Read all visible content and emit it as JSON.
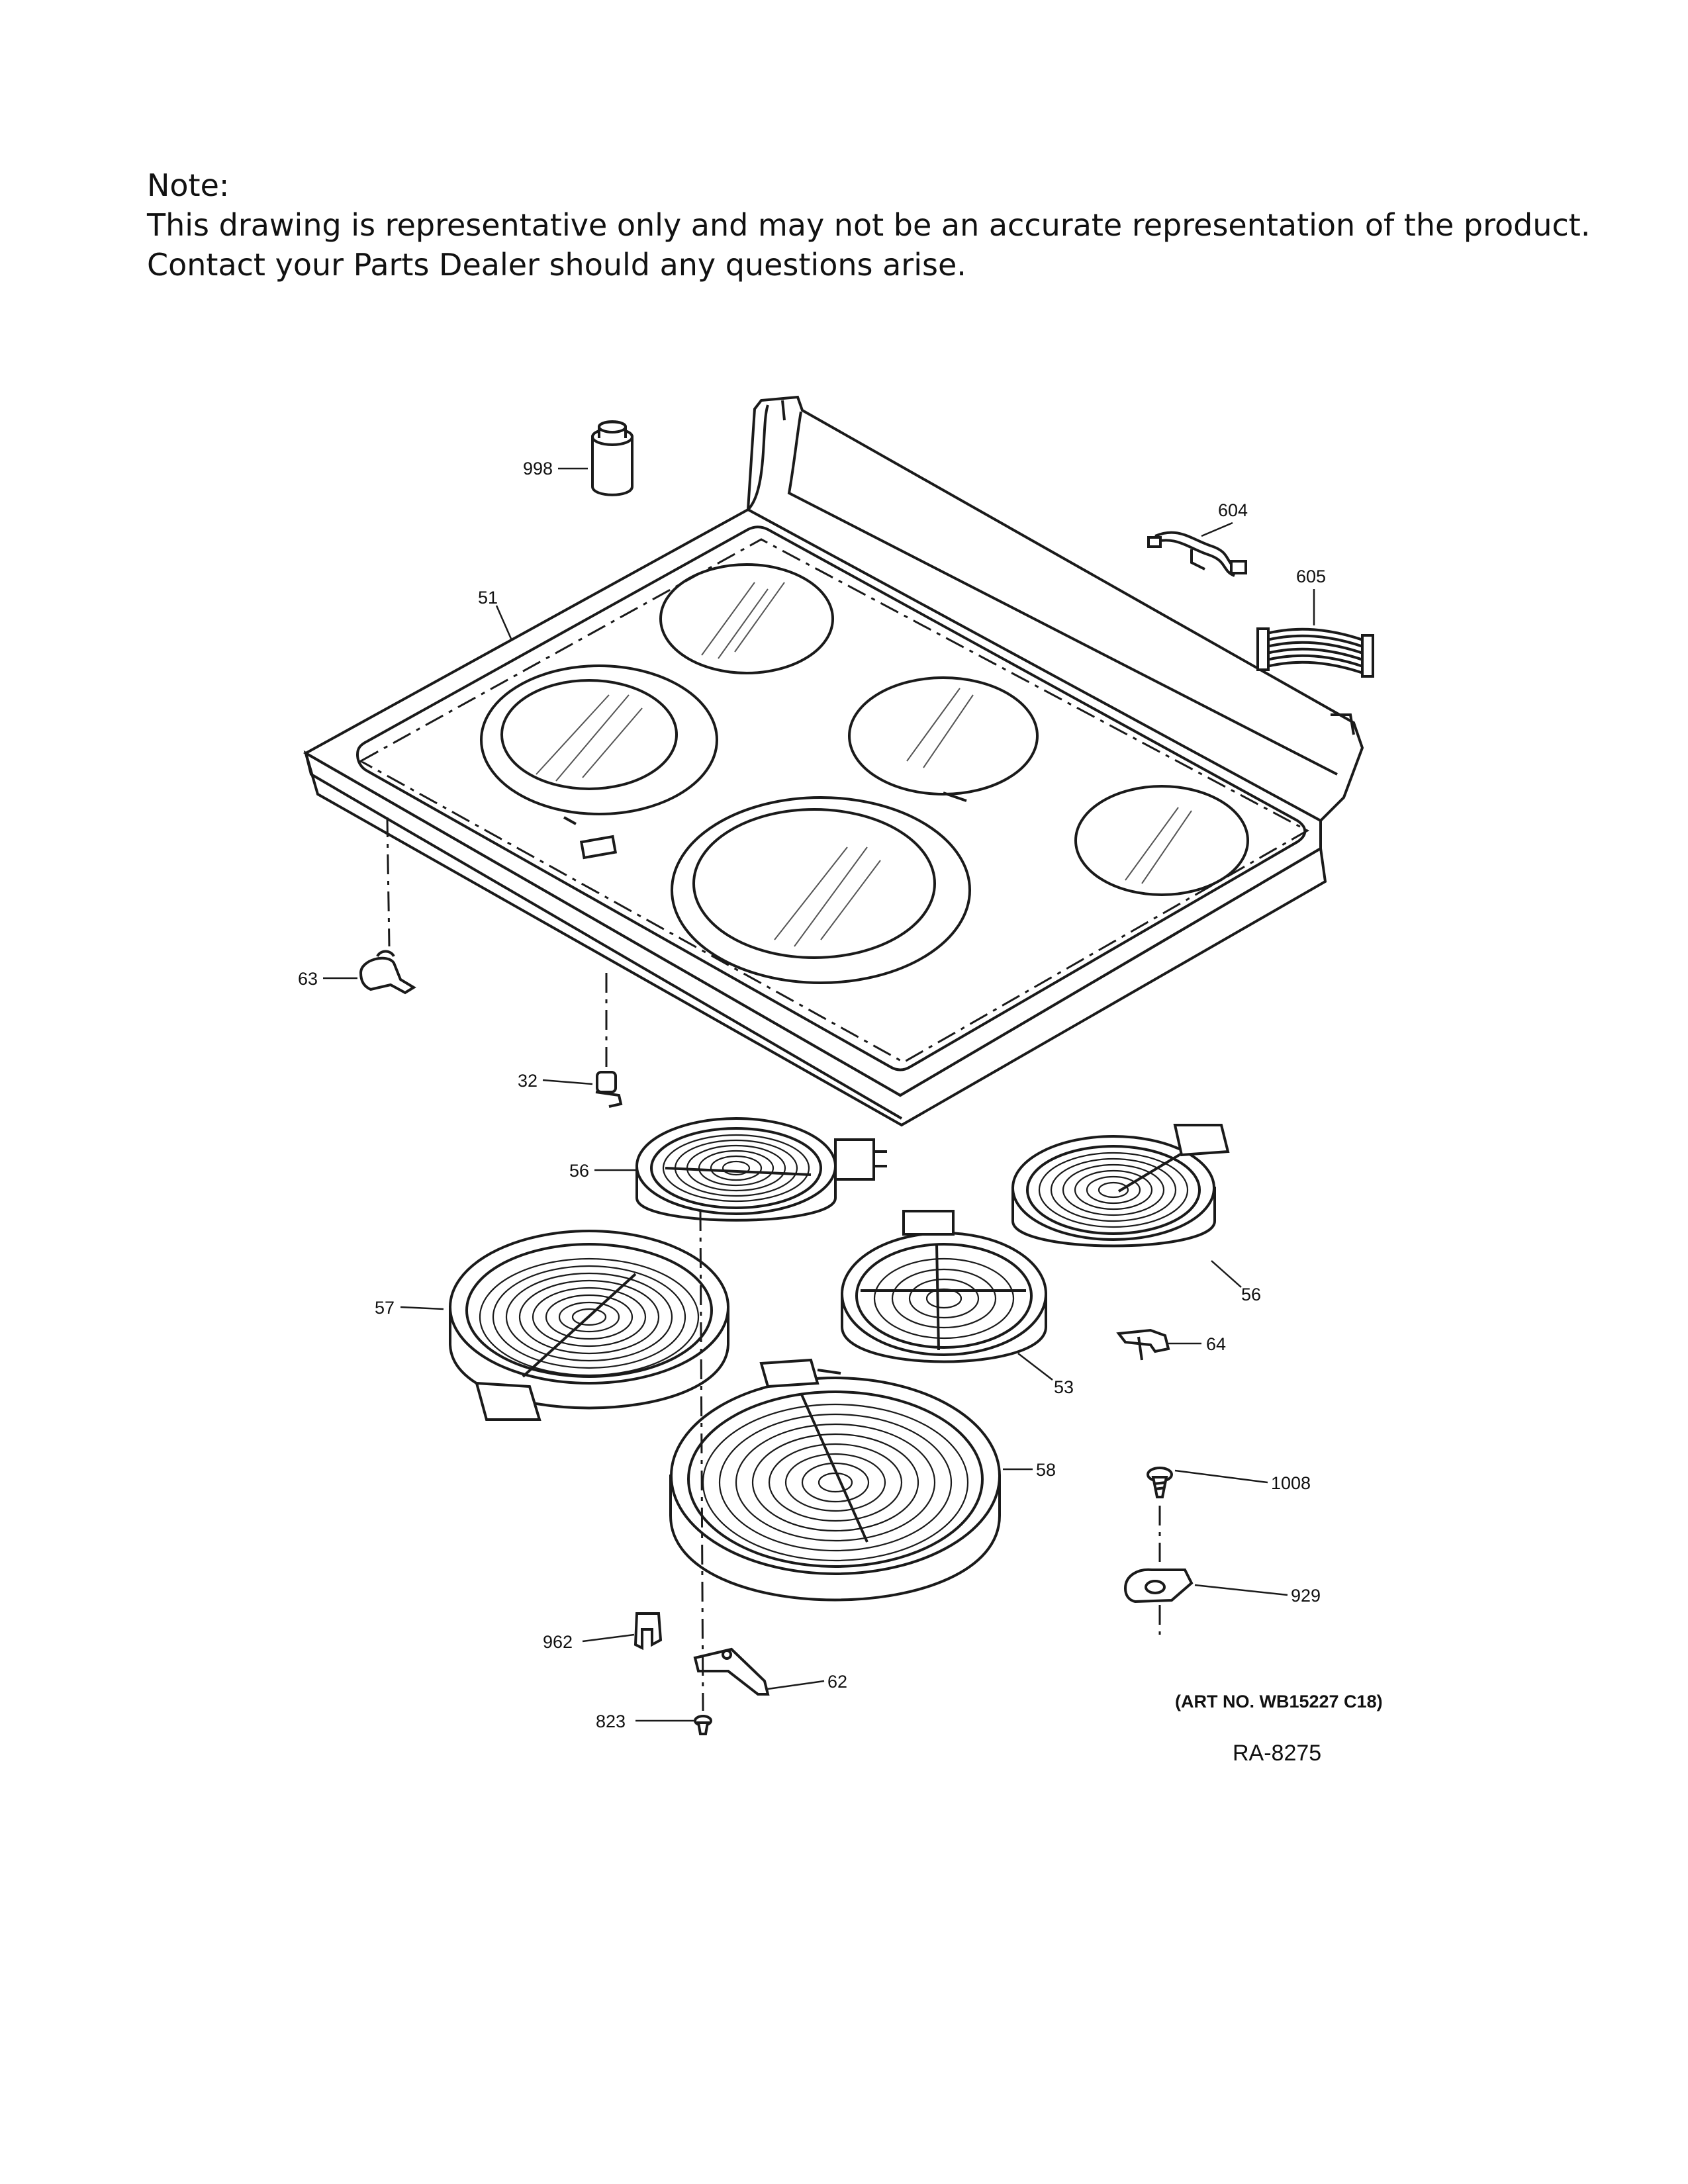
{
  "note": {
    "heading": "Note:",
    "line1": "This drawing is representative only and may not be an accurate representation of the product.",
    "line2": "Contact your Parts Dealer should any questions arise."
  },
  "callouts": {
    "c998": "998",
    "c604": "604",
    "c605": "605",
    "c51": "51",
    "c63": "63",
    "c32": "32",
    "c56a": "56",
    "c56b": "56",
    "c57": "57",
    "c53": "53",
    "c64": "64",
    "c58": "58",
    "c1008": "1008",
    "c929": "929",
    "c962": "962",
    "c62": "62",
    "c823": "823"
  },
  "art_number": "(ART NO. WB15227 C18)",
  "ra_number": "RA-8275"
}
